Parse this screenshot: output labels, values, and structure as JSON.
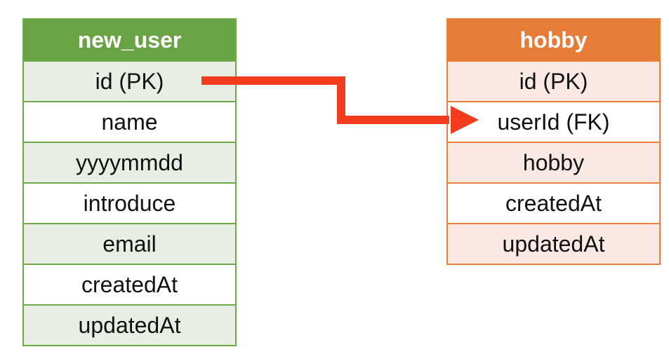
{
  "new_user": {
    "title": "new_user",
    "fields": [
      "id (PK)",
      "name",
      "yyyymmdd",
      "introduce",
      "email",
      "createdAt",
      "updatedAt"
    ]
  },
  "hobby": {
    "title": "hobby",
    "fields": [
      "id (PK)",
      "userId (FK)",
      "hobby",
      "createdAt",
      "updatedAt"
    ]
  },
  "colors": {
    "new_user_header": "#6aa346",
    "new_user_border": "#71a84a",
    "new_user_alt_row": "#e8eee4",
    "hobby_header": "#e57c38",
    "hobby_border": "#e8803c",
    "hobby_alt_row": "#f9e8e3",
    "arrow": "#f23c1f"
  }
}
